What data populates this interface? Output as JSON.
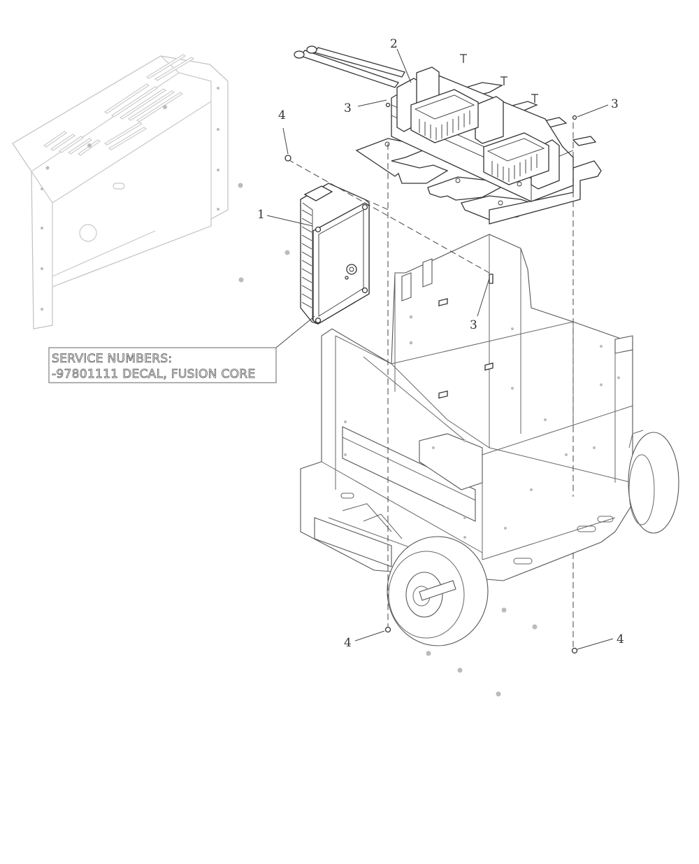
{
  "callouts": {
    "c1": "1",
    "c2": "2",
    "c3a": "3",
    "c3b": "3",
    "c3c": "3",
    "c4a": "4",
    "c4b": "4",
    "c4c": "4"
  },
  "service_box": {
    "line1": "SERVICE NUMBERS:",
    "line2": "-97801111 DECAL, FUSION CORE"
  }
}
